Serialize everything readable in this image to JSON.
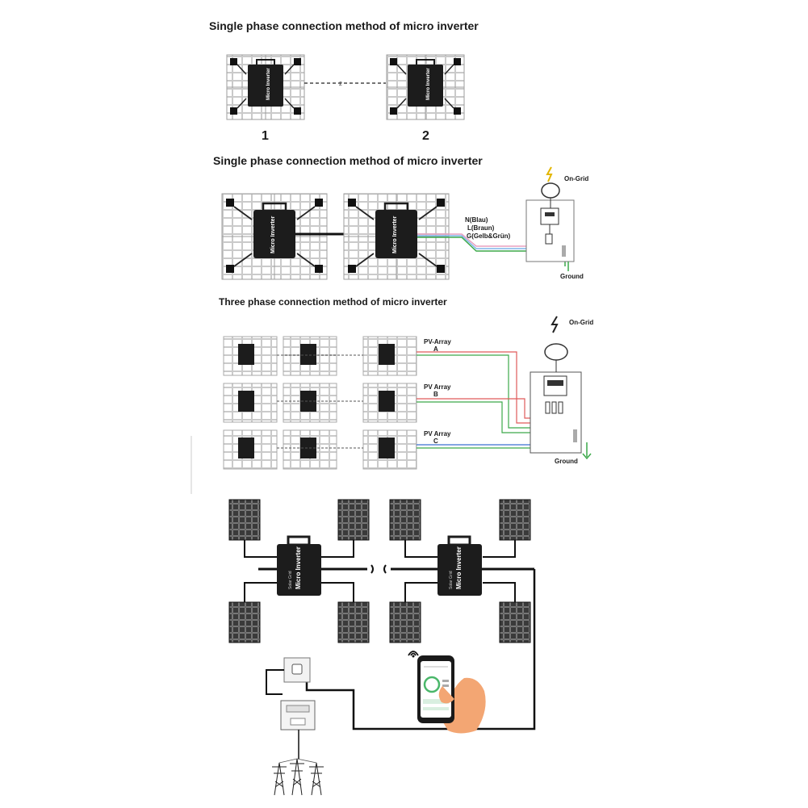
{
  "sections": {
    "s1_title": "Single phase connection method of micro inverter",
    "s1_label_1": "1",
    "s1_label_2": "2",
    "s2_title": "Single phase connection method of micro inverter",
    "s3_title": "Three phase connection method of  micro inverter"
  },
  "device": {
    "brand_line1": "Solar Grid",
    "brand_line2": "Micro Inverter"
  },
  "wiring": {
    "neutral": "N(Blau)",
    "live": "L(Braun)",
    "ground_wire": "G(Gelb&Grün)",
    "on_grid": "On-Grid",
    "ground": "Ground",
    "chain_mark": "2"
  },
  "three_phase": {
    "array_a": "PV-Array",
    "array_a_letter": "A",
    "array_b": "PV Array",
    "array_b_letter": "B",
    "array_c": "PV Array",
    "array_c_letter": "C"
  },
  "colors": {
    "inverter": "#1c1c1c",
    "panel_cell": "#2b2b2b",
    "wire_red": "#e05a5a",
    "wire_green": "#3ca94a",
    "wire_blue": "#3b6fd0",
    "wire_pink": "#e9a0c0",
    "skin": "#f3a673"
  }
}
